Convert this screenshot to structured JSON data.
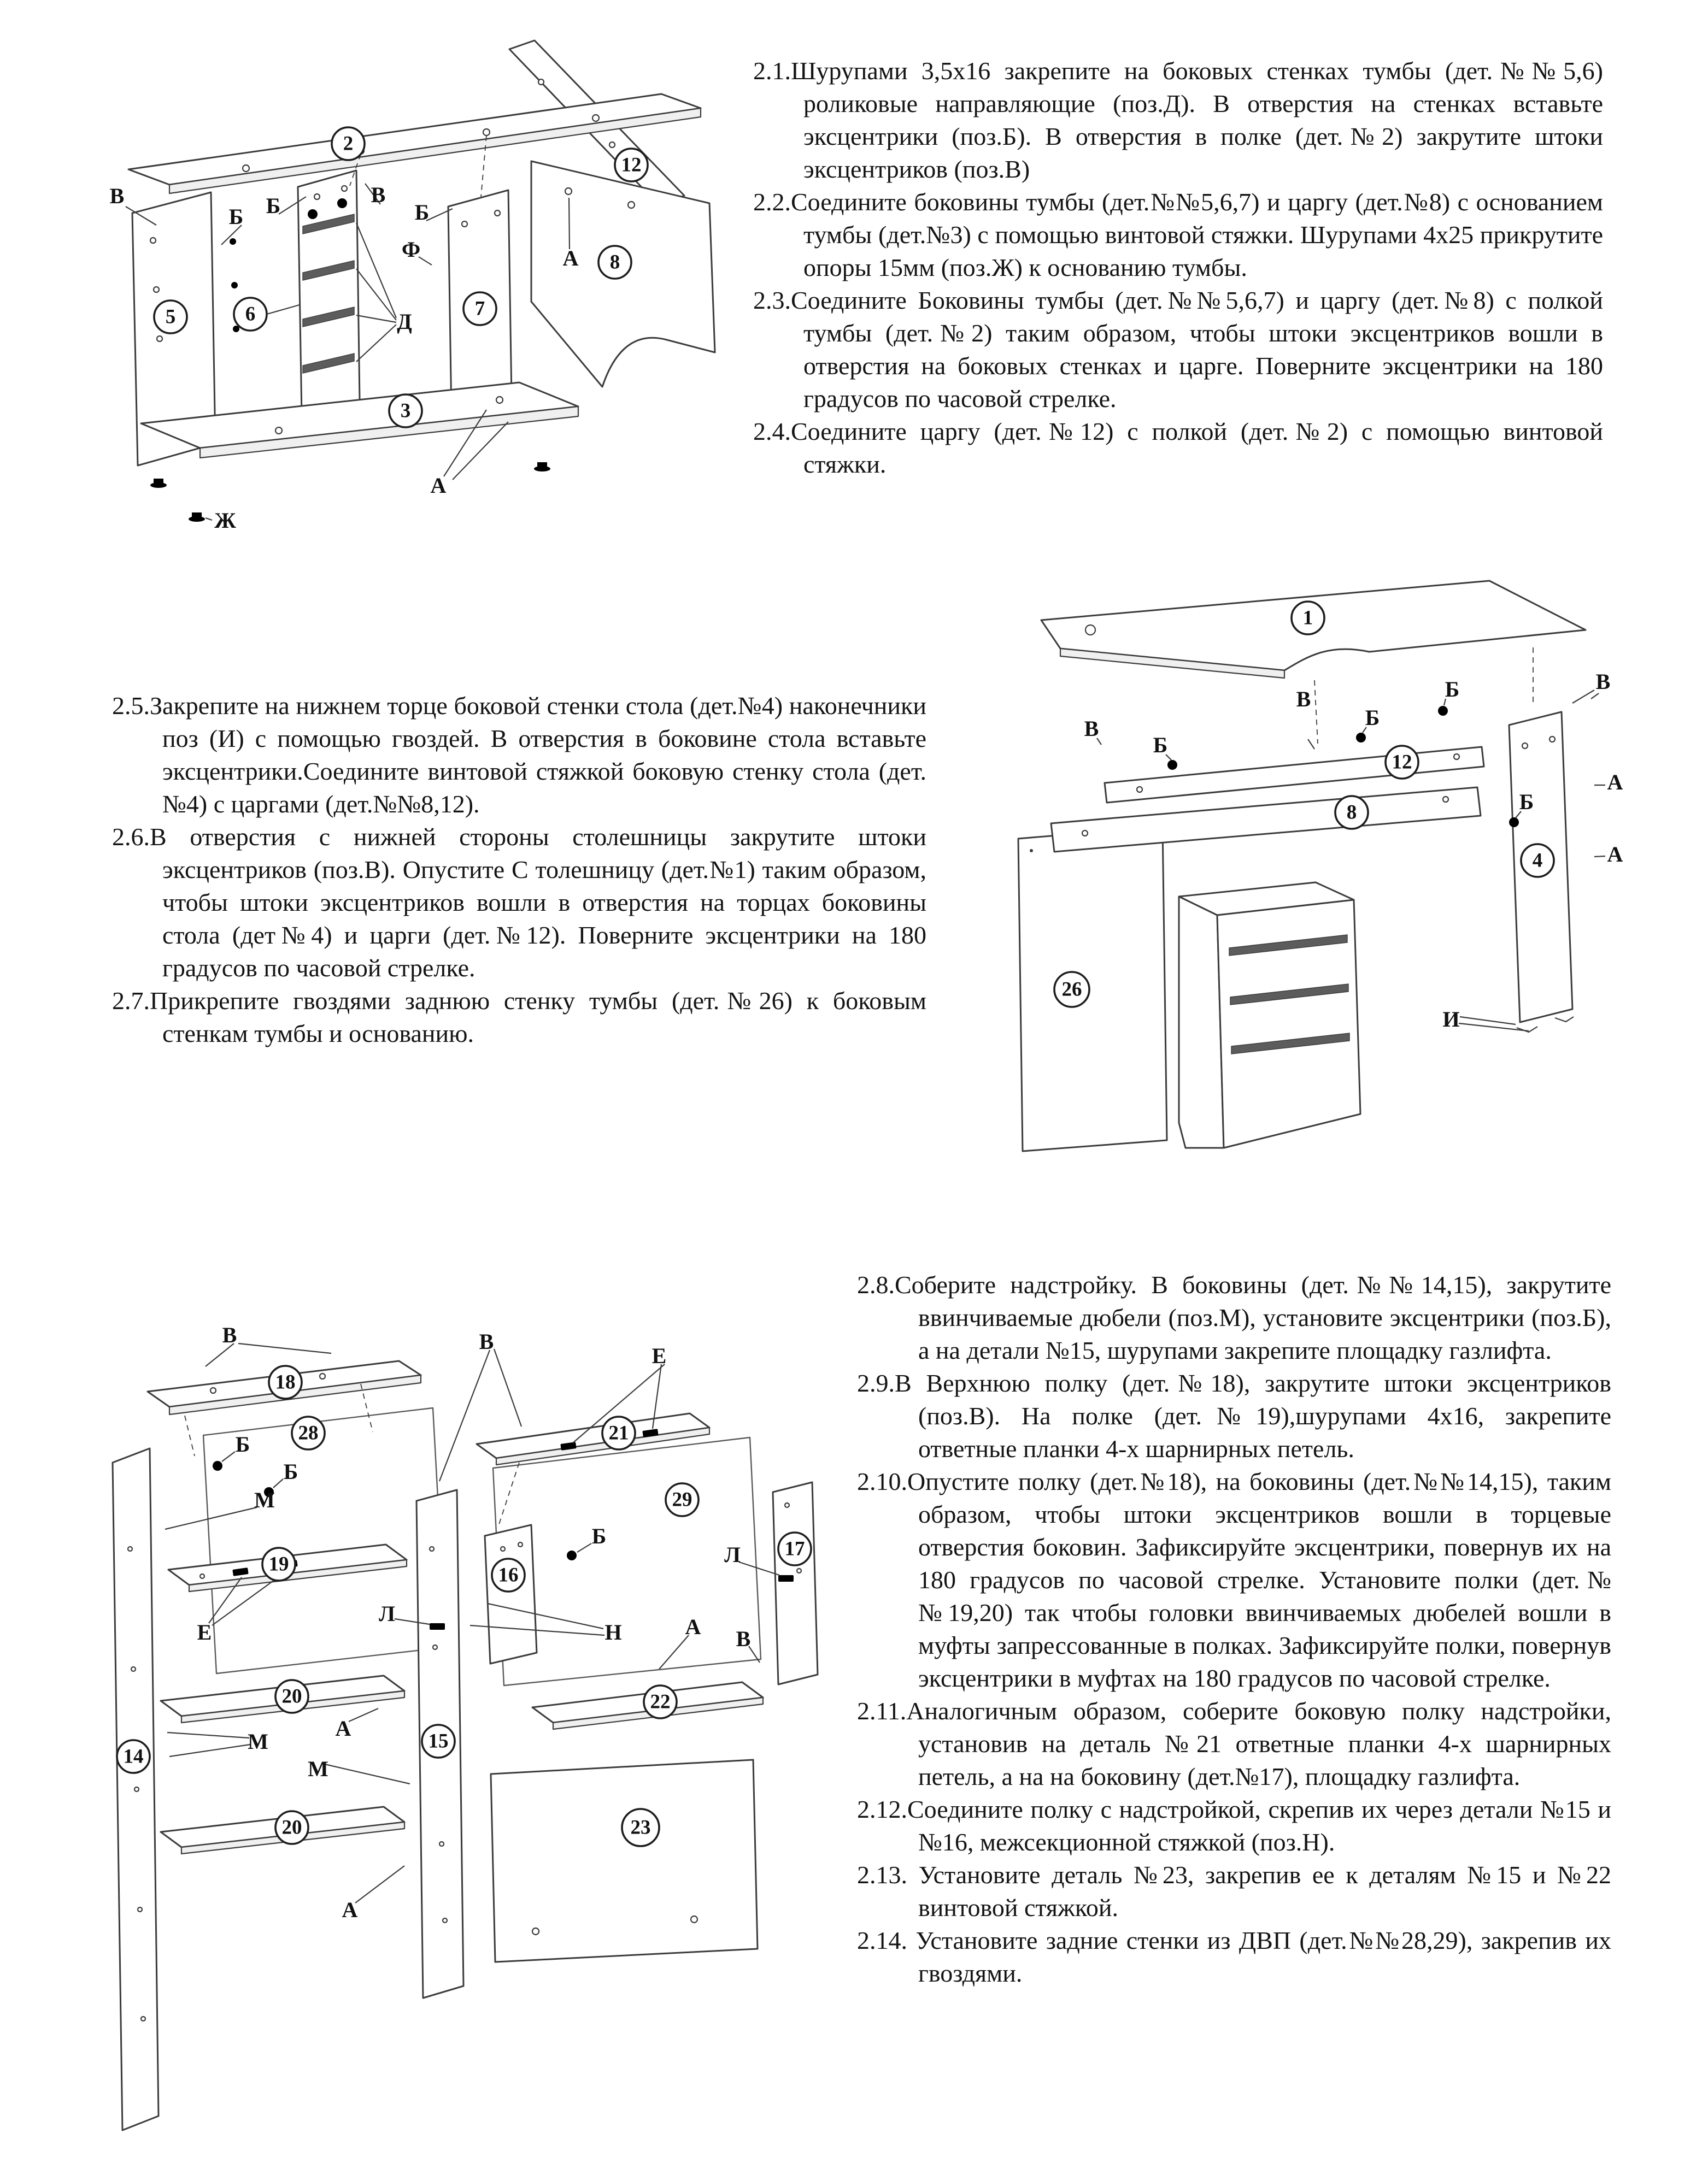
{
  "sections": {
    "top_right": {
      "items": [
        {
          "num": "2.1.",
          "text": "Шурупами 3,5х16 закрепите на боковых стенках тумбы (дет.№№5,6) роликовые направляющие (поз.Д). В отверстия на стенках вставьте эксцентрики (поз.Б). В отверстия в полке (дет.№2) закрутите штоки эксцентриков (поз.В)"
        },
        {
          "num": "2.2.",
          "text": "Соедините боковины тумбы (дет.№№5,6,7) и царгу (дет.№8) с основанием тумбы (дет.№3) с помощью винтовой стяжки. Шурупами 4х25 прикрутите опоры 15мм (поз.Ж) к основанию тумбы."
        },
        {
          "num": "2.3.",
          "text": "Соедините Боковины тумбы (дет.№№5,6,7) и царгу (дет.№8) с полкой тумбы (дет.№2) таким образом, чтобы штоки эксцентриков вошли в отверстия на боковых стенках и царге. Поверните эксцентрики на 180 градусов по часовой стрелке."
        },
        {
          "num": "2.4.",
          "text": "Соедините царгу (дет.№12) с полкой (дет.№2) с помощью винтовой стяжки."
        }
      ]
    },
    "mid_left": {
      "items": [
        {
          "num": "2.5.",
          "text": "Закрепите на нижнем торце боковой стенки стола (дет.№4) наконечники поз (И) с помощью гвоздей. В отверстия в боковине стола вставьте эксцентрики.Соедините винтовой стяжкой боковую стенку стола (дет.№4) с царгами (дет.№№8,12)."
        },
        {
          "num": "2.6.",
          "text": "В отверстия с нижней стороны столешницы закрутите штоки эксцентриков (поз.В). Опустите С толешницу (дет.№1) таким образом, чтобы штоки эксцентриков вошли в отверстия на торцах боковины стола (дет№4) и царги (дет.№12). Поверните эксцентрики на 180 градусов по часовой стрелке."
        },
        {
          "num": "2.7.",
          "text": "Прикрепите гвоздями заднюю стенку тумбы (дет.№26) к боковым стенкам тумбы и основанию."
        }
      ]
    },
    "bottom_right": {
      "items": [
        {
          "num": "2.8.",
          "text": "Соберите надстройку. В боковины (дет.№№14,15), закрутите ввинчиваемые дюбели (поз.М), установите эксцентрики (поз.Б), а на детали №15, шурупами закрепите площадку газлифта."
        },
        {
          "num": "2.9.",
          "text": "В Верхнюю полку (дет.№18), закрутите штоки эксцентриков (поз.В). На полке (дет.№19),шурупами 4х16, закрепите ответные планки 4-х шарнирных петель."
        },
        {
          "num": "2.10.",
          "text": "Опустите полку (дет.№18), на боковины (дет.№№14,15), таким образом, чтобы штоки эксцентриков вошли в торцевые отверстия боковин. Зафиксируйте эксцентрики, повернув их на 180 градусов по часовой стрелке. Установите полки (дет.№№19,20) так чтобы головки ввинчиваемых дюбелей вошли в муфты запрессованные в полках. Зафиксируйте полки, повернув эксцентрики в муфтах на 180 градусов по часовой стрелке."
        },
        {
          "num": "2.11.",
          "text": "Аналогичным образом, соберите боковую полку надстройки, установив на деталь №21 ответные планки 4-х шарнирных петель, а на на боковину (дет.№17), площадку газлифта."
        },
        {
          "num": "2.12.",
          "text": "Соедините полку с надстройкой, скрепив их через детали №15 и №16,  межсекционной стяжкой (поз.Н)."
        },
        {
          "num": "2.13.",
          "text": " Установите деталь №23, закрепив ее к деталям №15 и №22 винтовой стяжкой."
        },
        {
          "num": "2.14.",
          "text": " Установите задние стенки  из  ДВП (дет.№№28,29), закрепив их гвоздями."
        }
      ]
    }
  },
  "diagrams": {
    "cabinet": {
      "part_numbers": {
        "p2": "2",
        "p12": "12",
        "p5": "5",
        "p6": "6",
        "p7": "7",
        "p8": "8",
        "p3": "3"
      },
      "labels": {
        "v1": "В",
        "b1": "Б",
        "b2": "Б",
        "v2": "В",
        "b3": "Б",
        "f": "Ф",
        "d": "Д",
        "a1": "А",
        "a2": "А",
        "zh": "Ж"
      }
    },
    "desk": {
      "part_numbers": {
        "p1": "1",
        "p12": "12",
        "p8": "8",
        "p4": "4",
        "p26": "26"
      },
      "labels": {
        "v1": "В",
        "b1": "Б",
        "v2": "В",
        "b2": "Б",
        "b3": "Б",
        "v3": "В",
        "b4": "Б",
        "a1": "А",
        "a2": "А",
        "i": "И"
      }
    },
    "shelf": {
      "part_numbers": {
        "p18": "18",
        "p28": "28",
        "p21": "21",
        "p19": "19",
        "p29": "29",
        "p16": "16",
        "p17": "17",
        "p14": "14",
        "p15": "15",
        "p20a": "20",
        "p20b": "20",
        "p22": "22",
        "p23": "23"
      },
      "labels": {
        "v1": "В",
        "v2": "В",
        "e1": "Е",
        "b1": "Б",
        "b2": "Б",
        "m1": "М",
        "b3": "Б",
        "l1": "Л",
        "l2": "Л",
        "n": "Н",
        "a1": "А",
        "v3": "В",
        "e2": "Е",
        "a2": "А",
        "m2": "М",
        "m3": "М",
        "a3": "А"
      }
    }
  }
}
